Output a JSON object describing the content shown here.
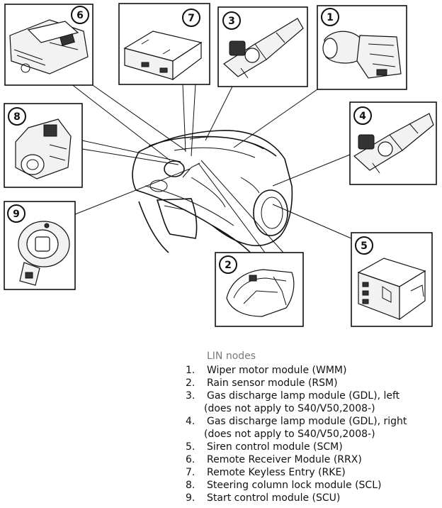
{
  "legend": {
    "title": "LIN nodes",
    "items": [
      {
        "num": "1.",
        "lines": [
          "Wiper motor module (WMM)"
        ]
      },
      {
        "num": "2.",
        "lines": [
          "Rain sensor module (RSM)"
        ]
      },
      {
        "num": "3.",
        "lines": [
          "Gas discharge lamp module (GDL), left",
          "(does not apply to S40/V50,2008-)"
        ]
      },
      {
        "num": "4.",
        "lines": [
          "Gas discharge lamp module (GDL), right",
          "(does not apply to S40/V50,2008-)"
        ]
      },
      {
        "num": "5.",
        "lines": [
          "Siren control module (SCM)"
        ]
      },
      {
        "num": "6.",
        "lines": [
          "Remote Receiver Module (RRX)"
        ]
      },
      {
        "num": "7.",
        "lines": [
          "Remote Keyless Entry (RKE)"
        ]
      },
      {
        "num": "8.",
        "lines": [
          "Steering column lock module (SCL)"
        ]
      },
      {
        "num": "9.",
        "lines": [
          "Start control module (SCU)"
        ]
      }
    ]
  },
  "callouts": {
    "n1": "1",
    "n2": "2",
    "n3": "3",
    "n4": "4",
    "n5": "5",
    "n6": "6",
    "n7": "7",
    "n8": "8",
    "n9": "9"
  }
}
